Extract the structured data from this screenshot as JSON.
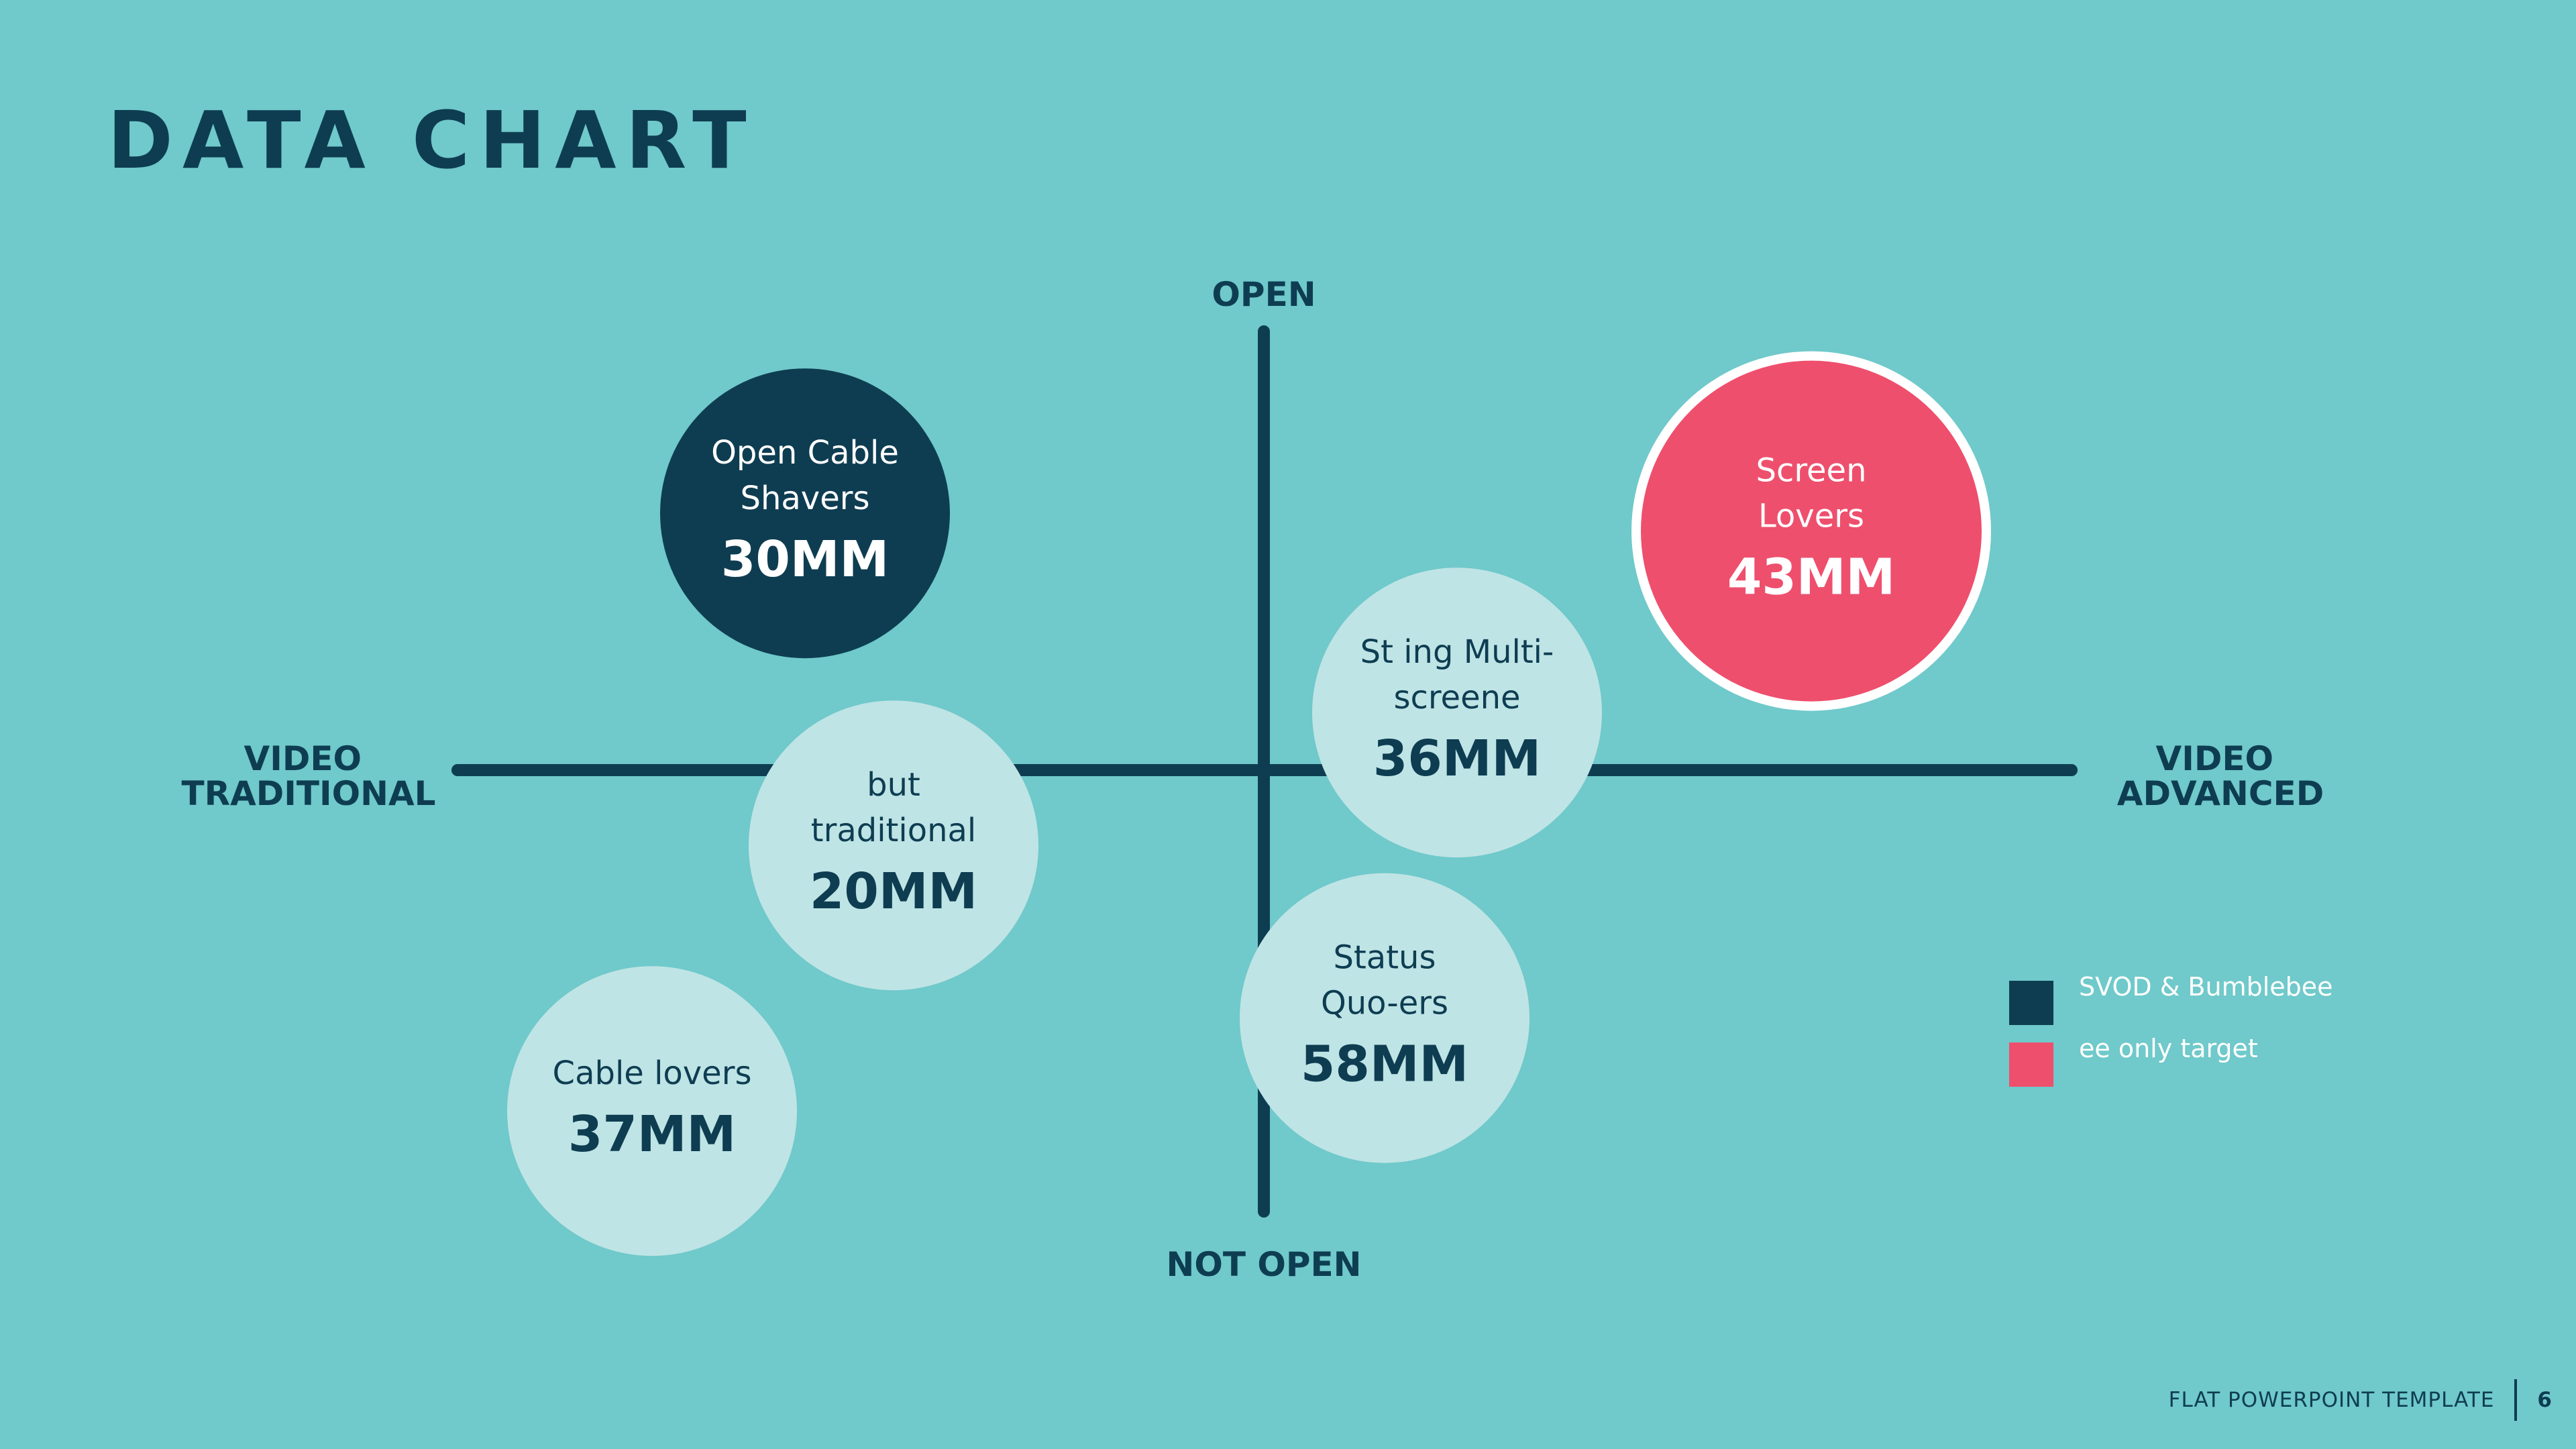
{
  "slide": {
    "title": "DATA CHART",
    "footer_text": "FLAT POWERPOINT TEMPLATE",
    "page_number": "6"
  },
  "colors": {
    "background": "#70c9ca",
    "dark": "#0e3d52",
    "pink": "#ee4f6d",
    "light": "#bfe4e5",
    "white": "#ffffff"
  },
  "chart_data": {
    "type": "scatter",
    "axes": {
      "top_label": "OPEN",
      "bottom_label": "NOT OPEN",
      "left_label": [
        "VIDEO",
        "TRADITIONAL"
      ],
      "right_label": [
        "VIDEO",
        "ADVANCED"
      ]
    },
    "xlim": [
      -1,
      1
    ],
    "ylim": [
      -1,
      1
    ],
    "grid": false,
    "legend_position": "right",
    "legend": [
      {
        "label": "SVOD & Bumblebee",
        "color": "#0e3d52"
      },
      {
        "label": "ee only target",
        "color": "#ee4f6d"
      }
    ],
    "points": [
      {
        "label": [
          "Open Cable",
          "Shavers"
        ],
        "value_label": "30MM",
        "value": 30,
        "x": -0.57,
        "y": 0.58,
        "style": "dark"
      },
      {
        "label": [
          "Screen",
          "Lovers"
        ],
        "value_label": "43MM",
        "value": 43,
        "x": 0.68,
        "y": 0.54,
        "style": "pink"
      },
      {
        "label": [
          "St ing Multi-",
          "screene"
        ],
        "value_label": "36MM",
        "value": 36,
        "x": 0.24,
        "y": 0.13,
        "style": "light"
      },
      {
        "label": [
          "but",
          "traditional"
        ],
        "value_label": "20MM",
        "value": 20,
        "x": -0.46,
        "y": -0.17,
        "style": "light"
      },
      {
        "label": [
          "Status",
          "Quo-ers"
        ],
        "value_label": "58MM",
        "value": 58,
        "x": 0.15,
        "y": -0.56,
        "style": "light"
      },
      {
        "label": [
          "Cable lovers"
        ],
        "value_label": "37MM",
        "value": 37,
        "x": -0.76,
        "y": -0.77,
        "style": "light"
      }
    ]
  }
}
